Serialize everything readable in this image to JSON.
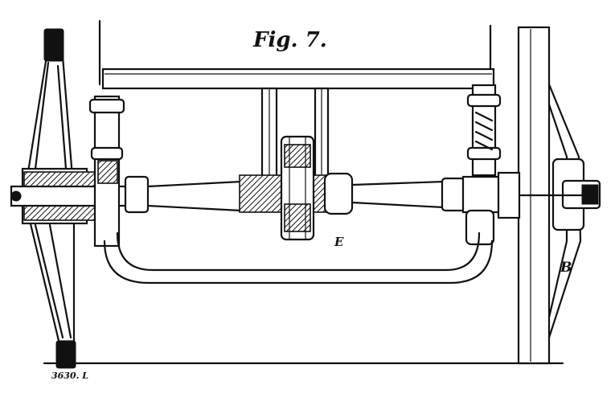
{
  "figure": {
    "title": "Fig. 7.",
    "labels": {
      "E": "E",
      "B": "B"
    },
    "plate_number": "3630. L"
  }
}
